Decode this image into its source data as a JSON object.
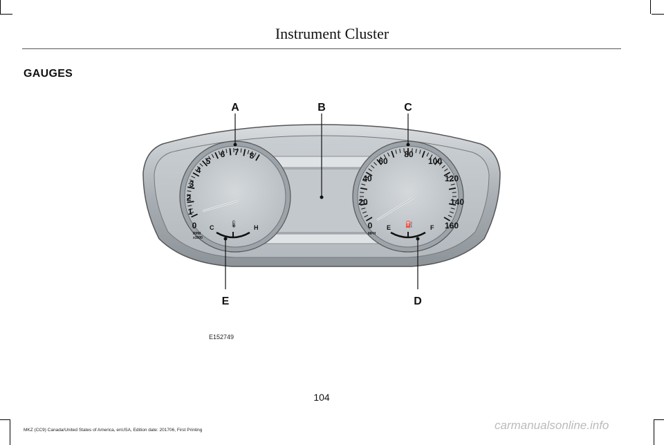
{
  "header": {
    "title": "Instrument Cluster"
  },
  "section": {
    "heading": "GAUGES"
  },
  "figure": {
    "callouts": {
      "a": "A",
      "b": "B",
      "c": "C",
      "d": "D",
      "e": "E"
    },
    "tachometer": {
      "labels": [
        "0",
        "1",
        "2",
        "3",
        "4",
        "5",
        "6",
        "7",
        "8"
      ],
      "unit": "RPM",
      "multiplier": "x1000",
      "temp_cold": "C",
      "temp_hot": "H"
    },
    "speedometer": {
      "labels": [
        "0",
        "20",
        "40",
        "60",
        "80",
        "100",
        "120",
        "140",
        "160"
      ],
      "unit": "MPH",
      "fuel_empty": "E",
      "fuel_full": "F"
    },
    "figure_id": "E152749"
  },
  "footer": {
    "page_number": "104",
    "edition": "MKZ (CC9) Canada/United States of America, enUSA, Edition date: 201706, First Printing"
  },
  "watermark": "carmanualsonline.info"
}
